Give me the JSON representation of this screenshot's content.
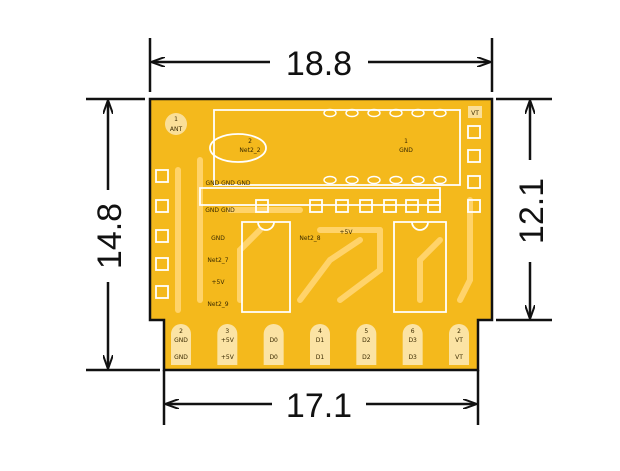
{
  "dimensions": {
    "top_width": "18.8",
    "bottom_width": "17.1",
    "left_height": "14.8",
    "right_height": "12.1"
  },
  "colors": {
    "board": "#f4b91c",
    "trace": "#ffd36a",
    "silkscreen": "#ffffff",
    "outline": "#111111"
  },
  "pin_labels": [
    {
      "num": "2",
      "top": "GND",
      "bottom": "GND"
    },
    {
      "num": "3",
      "top": "+5V",
      "bottom": "+5V"
    },
    {
      "num": "",
      "top": "D0",
      "bottom": "D0"
    },
    {
      "num": "4",
      "top": "D1",
      "bottom": "D1"
    },
    {
      "num": "5",
      "top": "D2",
      "bottom": "D2"
    },
    {
      "num": "6",
      "top": "D3",
      "bottom": "D3"
    },
    {
      "num": "2",
      "top": "VT",
      "bottom": "VT"
    }
  ],
  "board_text": {
    "ant_num": "1",
    "ant": "ANT",
    "vt_top": "VT",
    "net2_num": "2",
    "net2": "Net2_2",
    "gnd_num": "1",
    "gnd": "GND",
    "gnd_row": "GND GND GND",
    "gnd_row2": "GND GND",
    "plus5v": "+5V",
    "net_labels": [
      "GND",
      "Net2_7",
      "Net2_8",
      "+5V",
      "Net2_9"
    ]
  }
}
